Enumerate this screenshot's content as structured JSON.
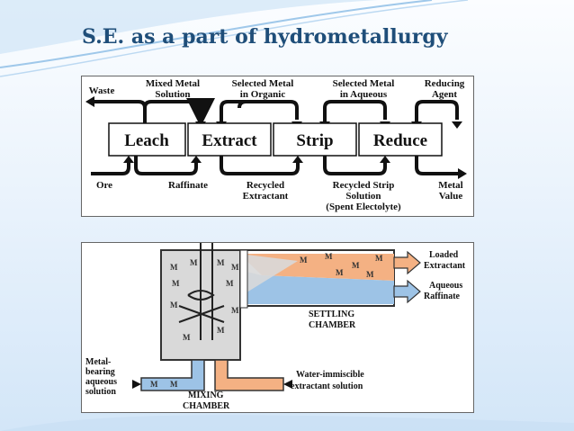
{
  "slide": {
    "title": "S.E. as a part of hydrometallurgy"
  },
  "flow": {
    "top_labels": [
      "Waste",
      "Mixed Metal",
      "Solution",
      "Selected Metal",
      "in Organic",
      "Selected Metal",
      "in Aqueous",
      "Reducing",
      "Agent"
    ],
    "stages": [
      "Leach",
      "Extract",
      "Strip",
      "Reduce"
    ],
    "bottom_labels": [
      "Ore",
      "Raffinate",
      "Recycled",
      "Extractant",
      "Recycled Strip",
      "Solution",
      "(Spent Electolyte)",
      "Metal",
      "Value"
    ]
  },
  "apparatus": {
    "m_marker": "M",
    "settling_label": [
      "SETTLING",
      "CHAMBER"
    ],
    "mixing_label": [
      "MIXING",
      "CHAMBER"
    ],
    "loaded_extractant": [
      "Loaded",
      "Extractant"
    ],
    "aqueous_raffinate": [
      "Aqueous",
      "Raffinate"
    ],
    "feed_label": [
      "Metal-",
      "bearing",
      "aqueous",
      "solution"
    ],
    "extractant_label": [
      "Water-immiscible",
      "extractant solution"
    ]
  },
  "colors": {
    "title": "#1f4e79",
    "organic": "#f4b183",
    "aqueous": "#9dc3e6",
    "mix": "#d9d9d9"
  }
}
